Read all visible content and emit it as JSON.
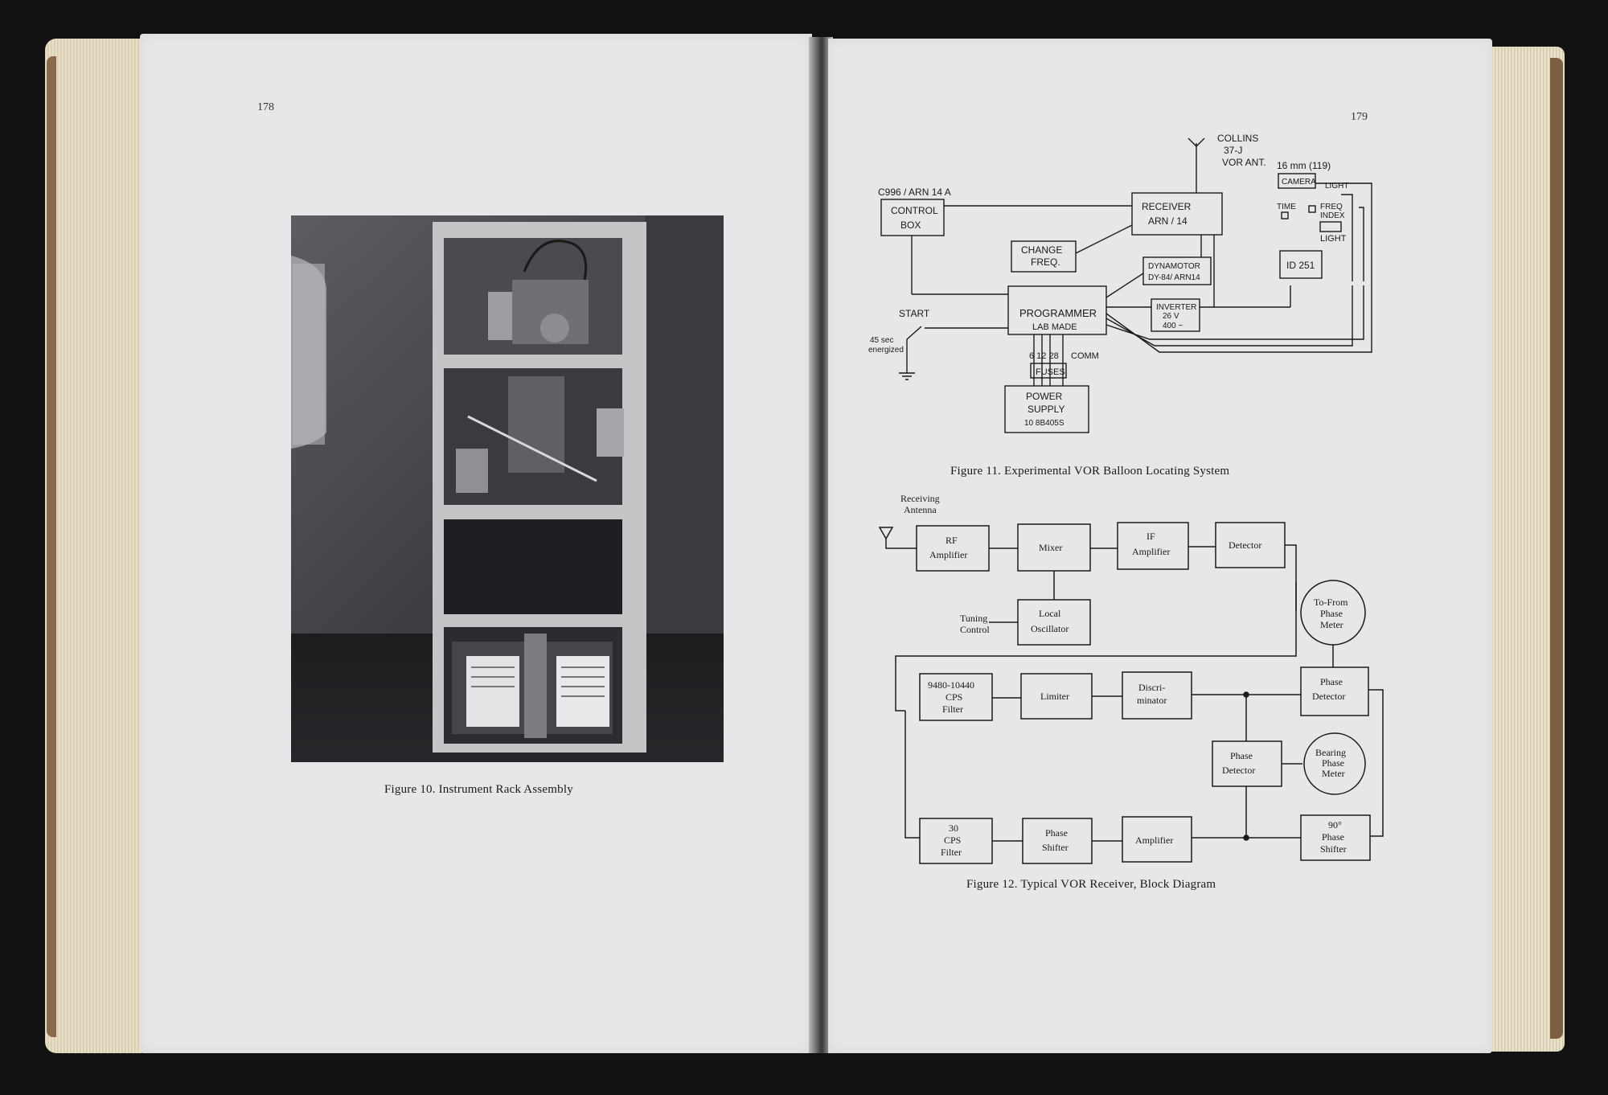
{
  "left_page": {
    "page_number": "178",
    "caption": "Figure 10.  Instrument Rack Assembly",
    "photo_description_icon": "instrument-rack-photo"
  },
  "right_page": {
    "page_number": "179",
    "figure11": {
      "caption": "Figure 11.  Experimental VOR Balloon Locating System",
      "collins_line1": "COLLINS",
      "collins_line2": "37-J",
      "collins_line3": "VOR ANT.",
      "control_model": "C996 / ARN 14 A",
      "control_line1": "CONTROL",
      "control_line2": "BOX",
      "receiver_line1": "RECEIVER",
      "receiver_line2": "ARN / 14",
      "change_line1": "CHANGE",
      "change_line2": "FREQ.",
      "dynamotor_line1": "DYNAMOTOR",
      "dynamotor_line2": "DY-84/ ARN14",
      "programmer_line1": "PROGRAMMER",
      "programmer_line2": "LAB  MADE",
      "inverter_line1": "INVERTER",
      "inverter_line2": "26 V",
      "inverter_line3": "400 ~",
      "start": "START",
      "energized_line1": "45 sec",
      "energized_line2": "energized",
      "voltages": "6  12  28",
      "comm": "COMM",
      "fuses": "FUSES",
      "power_line1": "POWER",
      "power_line2": "SUPPLY",
      "power_line3": "10 8B405S",
      "camera_model": "16 mm  (119)",
      "camera": "CAMERA",
      "light1": "LIGHT",
      "time": "TIME",
      "freq_line1": "FREQ",
      "freq_line2": "INDEX",
      "light2": "LIGHT",
      "id251": "ID 251"
    },
    "figure12": {
      "caption": "Figure 12.  Typical VOR Receiver, Block Diagram",
      "antenna_line1": "Receiving",
      "antenna_line2": "Antenna",
      "rf_line1": "RF",
      "rf_line2": "Amplifier",
      "mixer": "Mixer",
      "if_line1": "IF",
      "if_line2": "Amplifier",
      "detector": "Detector",
      "tuning_line1": "Tuning",
      "tuning_line2": "Control",
      "local_line1": "Local",
      "local_line2": "Oscillator",
      "tofrom_line1": "To-From",
      "tofrom_line2": "Phase",
      "tofrom_line3": "Meter",
      "filter1_line1": "9480-10440",
      "filter1_line2": "CPS",
      "filter1_line3": "Filter",
      "limiter": "Limiter",
      "discrim_line1": "Discri-",
      "discrim_line2": "minator",
      "phasedet1_line1": "Phase",
      "phasedet1_line2": "Detector",
      "phasedet2_line1": "Phase",
      "phasedet2_line2": "Detector",
      "bearing_line1": "Bearing",
      "bearing_line2": "Phase",
      "bearing_line3": "Meter",
      "filter2_line1": "30",
      "filter2_line2": "CPS",
      "filter2_line3": "Filter",
      "shifter_line1": "Phase",
      "shifter_line2": "Shifter",
      "amplifier": "Amplifier",
      "shift90_line1": "90°",
      "shift90_line2": "Phase",
      "shift90_line3": "Shifter"
    }
  }
}
